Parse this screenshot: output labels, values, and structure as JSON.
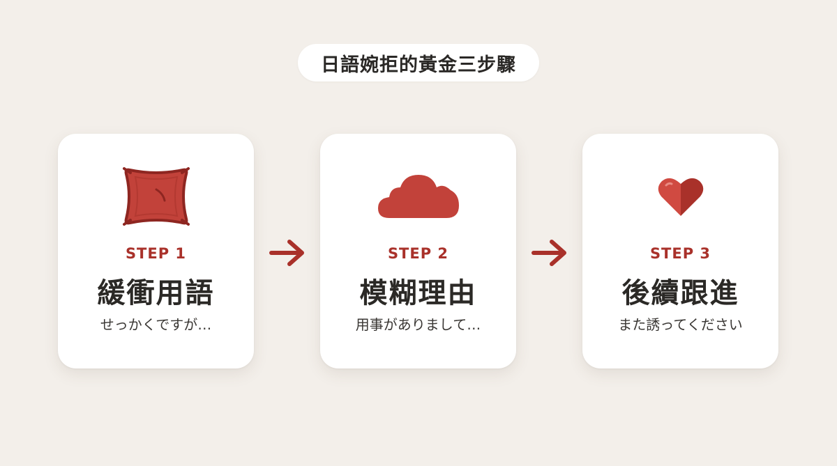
{
  "title": "日語婉拒的黃金三步驟",
  "colors": {
    "background": "#f3efea",
    "accent": "#a9312a",
    "icon_red": "#c2423a",
    "text_dark": "#2b2926"
  },
  "steps": [
    {
      "label": "STEP 1",
      "heading": "緩衝用語",
      "example": "せっかくですが…",
      "icon": "pillow-icon"
    },
    {
      "label": "STEP 2",
      "heading": "模糊理由",
      "example": "用事がありまして…",
      "icon": "cloud-icon"
    },
    {
      "label": "STEP 3",
      "heading": "後續跟進",
      "example": "また誘ってください",
      "icon": "heart-icon"
    }
  ],
  "connectors": [
    {
      "icon": "arrow-right-icon"
    },
    {
      "icon": "arrow-right-icon"
    }
  ]
}
